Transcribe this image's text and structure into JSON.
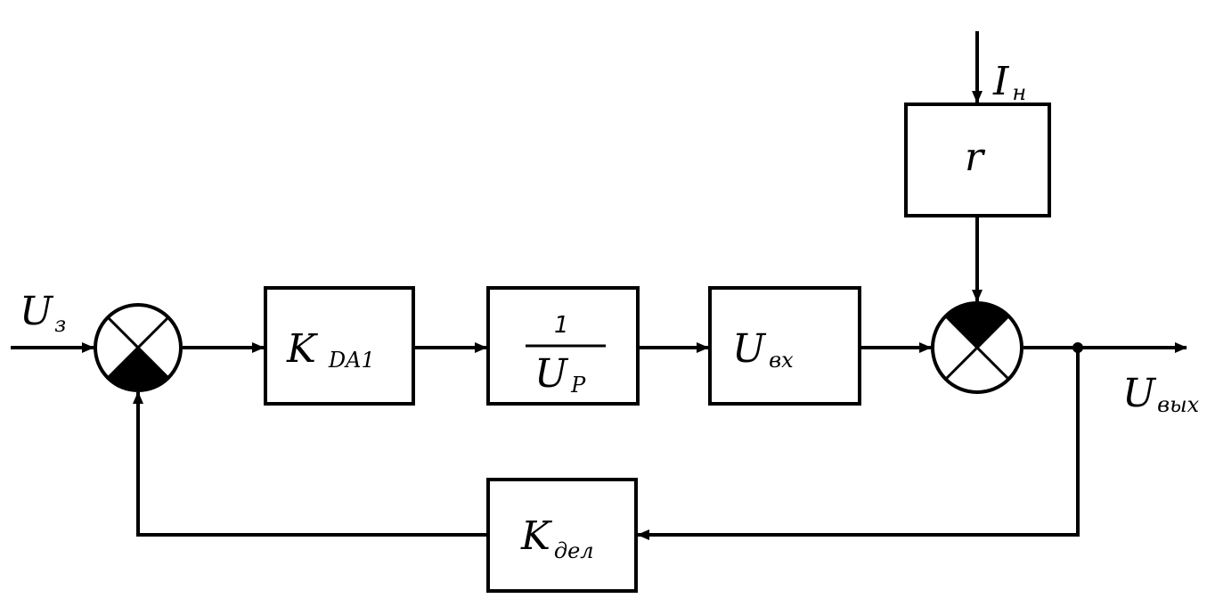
{
  "blocks": {
    "k_da1": {
      "main": "K",
      "sub": "DA1"
    },
    "frac": {
      "numerator": "1",
      "denominator_main": "U",
      "denominator_sub": "P"
    },
    "u_vx": {
      "main": "U",
      "sub": "вх"
    },
    "r_block": {
      "main": "r"
    },
    "k_del": {
      "main": "K",
      "sub": "дел"
    }
  },
  "signals": {
    "u_z": {
      "main": "U",
      "sub": "з"
    },
    "i_n": {
      "main": "I",
      "sub": "н"
    },
    "u_vyx": {
      "main": "U",
      "sub": "вых"
    }
  }
}
